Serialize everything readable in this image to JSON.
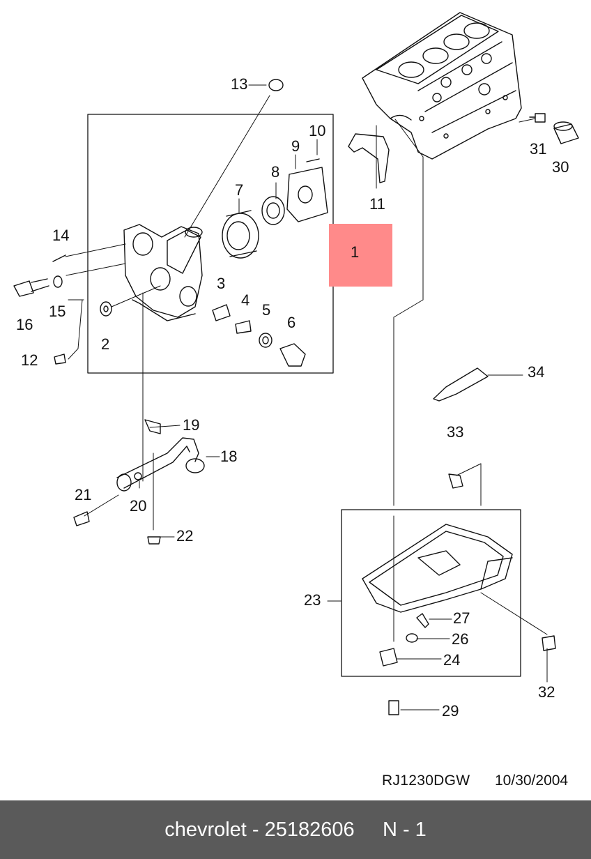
{
  "diagram": {
    "highlight_color": "#ff8a8a",
    "footer_color": "#5a5a5a",
    "part_labels": {
      "p1": "1",
      "p2": "2",
      "p3": "3",
      "p4": "4",
      "p5": "5",
      "p6": "6",
      "p7": "7",
      "p8": "8",
      "p9": "9",
      "p10": "10",
      "p11": "11",
      "p12": "12",
      "p13": "13",
      "p14": "14",
      "p15": "15",
      "p16": "16",
      "p18": "18",
      "p19": "19",
      "p20": "20",
      "p21": "21",
      "p22": "22",
      "p23": "23",
      "p24": "24",
      "p26": "26",
      "p27": "27",
      "p29": "29",
      "p30": "30",
      "p31": "31",
      "p32": "32",
      "p33": "33",
      "p34": "34"
    },
    "drawing_code": "RJ1230DGW",
    "drawing_date": "10/30/2004"
  },
  "footer": {
    "text": "chevrolet - 25182606     N - 1"
  }
}
